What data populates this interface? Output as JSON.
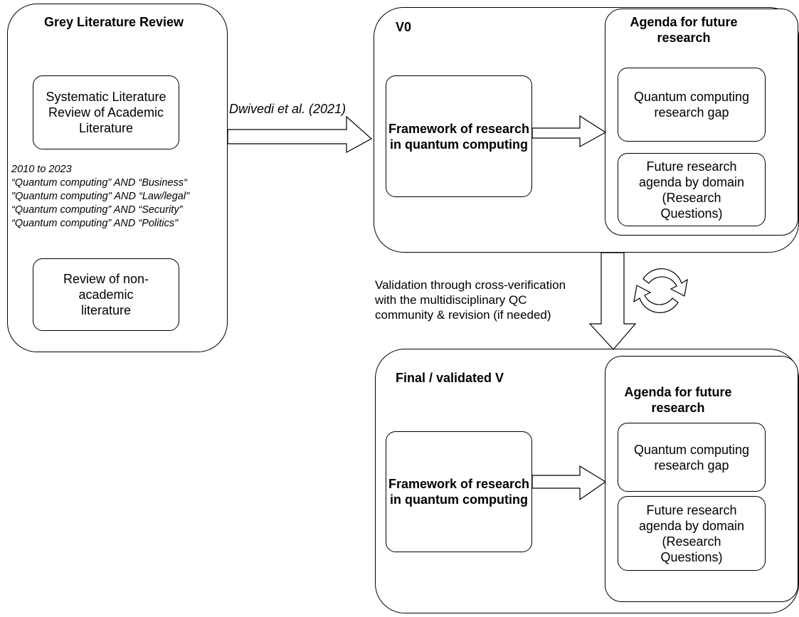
{
  "grey": {
    "title": "Grey Literature Review",
    "slr": "Systematic Literature Review of Academic Literature",
    "query_years": "2010 to 2023",
    "queries": [
      "“Quantum computing” AND “Business“",
      "\"Quantum computing\" AND “Law/legal\"",
      "“Quantum computing” AND “Security”",
      "“Quantum computing” AND “Politics\""
    ],
    "nonacademic": "Review of non-academic literature"
  },
  "arrow_label": "Dwivedi et al. (2021)",
  "v0": {
    "title": "V0",
    "framework": "Framework of research in quantum computing",
    "agenda_title": "Agenda for future research",
    "gap": "Quantum computing research gap",
    "future": "Future research agenda by domain (Research Questions)"
  },
  "validation": {
    "line1": "Validation through cross-verification",
    "line2": "with the multidisciplinary QC",
    "line3": "community & revision (if needed)"
  },
  "final": {
    "title": "Final / validated V",
    "framework": "Framework of research in quantum computing",
    "agenda_title": "Agenda for future research",
    "gap": "Quantum computing research gap",
    "future": "Future research agenda by domain (Research Questions)"
  }
}
